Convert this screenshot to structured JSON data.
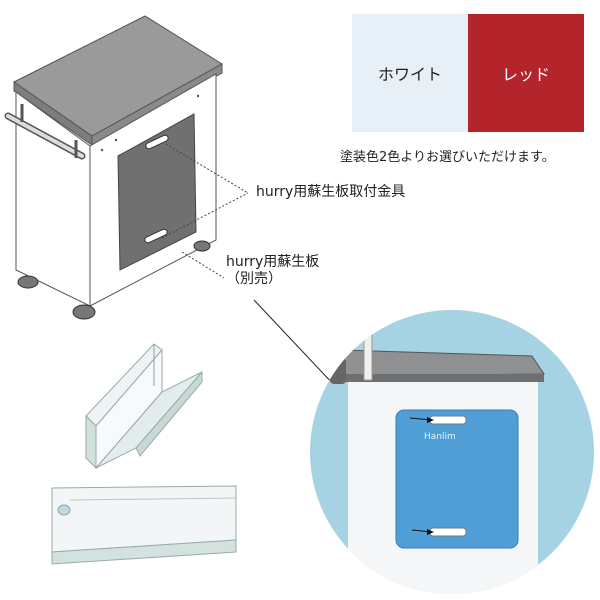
{
  "colors": {
    "white_swatch": "#e8f0f7",
    "red_swatch": "#b3252a",
    "circle_bg": "#a6d3e4",
    "plate_blue": "#4f9ed6"
  },
  "swatches": {
    "white_label": "ホワイト",
    "red_label": "レッド"
  },
  "color_note": "塗装色2色よりお選びいただけます。",
  "labels": {
    "bracket": "hurry用蘇生板取付金具",
    "board_line1": "hurry用蘇生板",
    "board_line2": "（別売）"
  },
  "logo_text": "Hanlim"
}
